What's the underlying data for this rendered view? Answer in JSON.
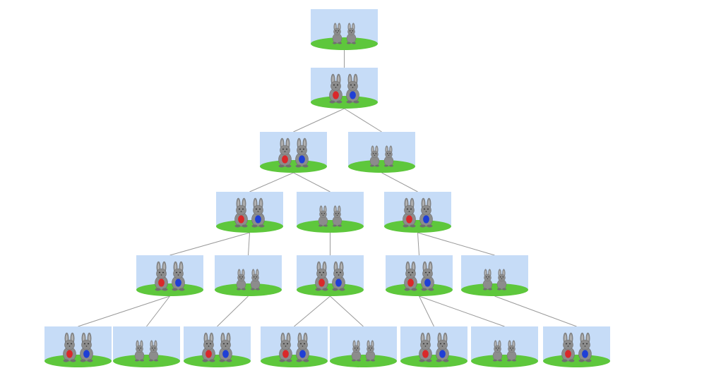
{
  "diagram": {
    "colors": {
      "sky": "#c6dcf7",
      "grass": "#5ec73c",
      "rabbit_body": "#8c8c8c",
      "rabbit_dark": "#6f6f6f",
      "adult_belly_left": "#d9282a",
      "adult_belly_right": "#1f3fd6",
      "edge": "#9a9a9a"
    },
    "generations": [
      {
        "generation": 1,
        "pairs": [
          {
            "id": "p1",
            "stage": "young",
            "parent": null
          }
        ]
      },
      {
        "generation": 2,
        "pairs": [
          {
            "id": "p2",
            "stage": "adult",
            "parent": "p1"
          }
        ]
      },
      {
        "generation": 3,
        "pairs": [
          {
            "id": "p3",
            "stage": "adult",
            "parent": "p2"
          },
          {
            "id": "p4",
            "stage": "young",
            "parent": "p2"
          }
        ]
      },
      {
        "generation": 4,
        "pairs": [
          {
            "id": "p5",
            "stage": "adult",
            "parent": "p3"
          },
          {
            "id": "p6",
            "stage": "young",
            "parent": "p3"
          },
          {
            "id": "p7",
            "stage": "adult",
            "parent": "p4"
          }
        ]
      },
      {
        "generation": 5,
        "pairs": [
          {
            "id": "p8",
            "stage": "adult",
            "parent": "p5"
          },
          {
            "id": "p9",
            "stage": "young",
            "parent": "p5"
          },
          {
            "id": "p10",
            "stage": "adult",
            "parent": "p6"
          },
          {
            "id": "p11",
            "stage": "adult",
            "parent": "p7"
          },
          {
            "id": "p12",
            "stage": "young",
            "parent": "p7"
          }
        ]
      },
      {
        "generation": 6,
        "pairs": [
          {
            "id": "p13",
            "stage": "adult",
            "parent": "p8"
          },
          {
            "id": "p14",
            "stage": "young",
            "parent": "p8"
          },
          {
            "id": "p15",
            "stage": "adult",
            "parent": "p9"
          },
          {
            "id": "p16",
            "stage": "adult",
            "parent": "p10"
          },
          {
            "id": "p17",
            "stage": "young",
            "parent": "p10"
          },
          {
            "id": "p18",
            "stage": "adult",
            "parent": "p11"
          },
          {
            "id": "p19",
            "stage": "young",
            "parent": "p11"
          },
          {
            "id": "p20",
            "stage": "adult",
            "parent": "p12"
          }
        ]
      }
    ]
  }
}
